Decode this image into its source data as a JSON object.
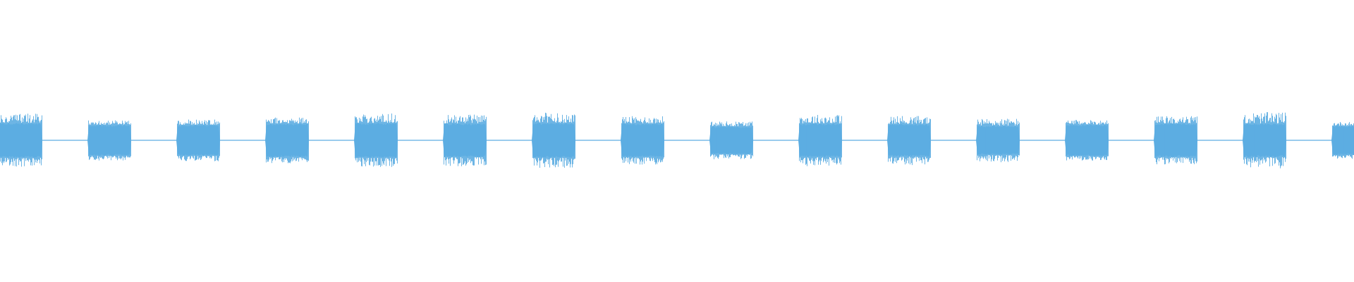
{
  "waveform": {
    "color": "#5dade2",
    "background": "#ffffff",
    "burst_count": 16,
    "baseline_amplitude": 0.0,
    "bursts": [
      {
        "index": 1,
        "peak_amplitude": 0.95,
        "rms_amplitude": 0.62
      },
      {
        "index": 2,
        "peak_amplitude": 0.72,
        "rms_amplitude": 0.55
      },
      {
        "index": 3,
        "peak_amplitude": 0.74,
        "rms_amplitude": 0.55
      },
      {
        "index": 4,
        "peak_amplitude": 0.82,
        "rms_amplitude": 0.6
      },
      {
        "index": 5,
        "peak_amplitude": 0.95,
        "rms_amplitude": 0.62
      },
      {
        "index": 6,
        "peak_amplitude": 0.92,
        "rms_amplitude": 0.6
      },
      {
        "index": 7,
        "peak_amplitude": 0.98,
        "rms_amplitude": 0.62
      },
      {
        "index": 8,
        "peak_amplitude": 0.86,
        "rms_amplitude": 0.6
      },
      {
        "index": 9,
        "peak_amplitude": 0.68,
        "rms_amplitude": 0.5
      },
      {
        "index": 10,
        "peak_amplitude": 0.92,
        "rms_amplitude": 0.6
      },
      {
        "index": 11,
        "peak_amplitude": 0.88,
        "rms_amplitude": 0.58
      },
      {
        "index": 12,
        "peak_amplitude": 0.78,
        "rms_amplitude": 0.52
      },
      {
        "index": 13,
        "peak_amplitude": 0.72,
        "rms_amplitude": 0.56
      },
      {
        "index": 14,
        "peak_amplitude": 0.86,
        "rms_amplitude": 0.6
      },
      {
        "index": 15,
        "peak_amplitude": 1.0,
        "rms_amplitude": 0.6
      },
      {
        "index": 16,
        "peak_amplitude": 0.66,
        "rms_amplitude": 0.52
      }
    ]
  }
}
